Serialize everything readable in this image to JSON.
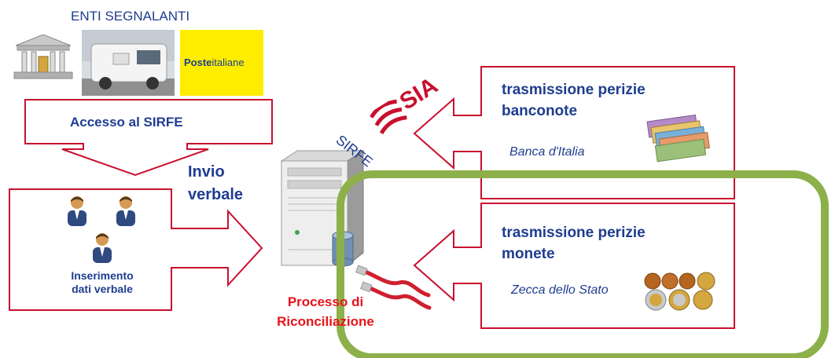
{
  "enti": {
    "title": "ENTI SEGNALANTI",
    "logo_poste_bold": "Poste",
    "logo_poste_rest": "italiane"
  },
  "steps": {
    "accesso": "Accesso al SIRFE",
    "invio_line1": "Invio",
    "invio_line2": "verbale",
    "inserimento_line1": "Inserimento",
    "inserimento_line2": "dati verbale"
  },
  "server": {
    "sia_logo": "SIA",
    "sirfe_label": "SIRFE",
    "processo_line1": "Processo di",
    "processo_line2": "Riconciliazione"
  },
  "banconote": {
    "title_line1": "trasmissione perizie",
    "title_line2": "banconote",
    "source": "Banca d'Italia"
  },
  "monete": {
    "title_line1": "trasmissione perizie",
    "title_line2": "monete",
    "source": "Zecca dello Stato"
  },
  "colors": {
    "arrow_border": "#c8102e",
    "text_navy": "#1f3d8f",
    "text_red": "#e8141b",
    "highlight_green": "#8db04a",
    "poste_yellow": "#ffed00"
  }
}
